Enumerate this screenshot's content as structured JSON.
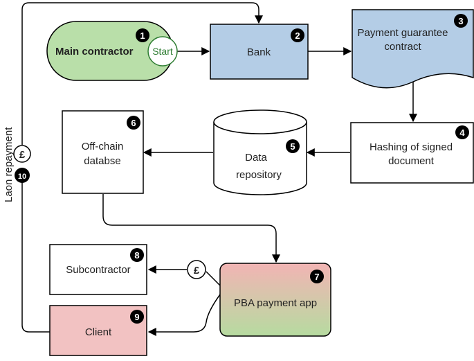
{
  "nodes": {
    "main_contractor": {
      "label": "Main contractor",
      "badge": "1",
      "fill": "#b9dfa9"
    },
    "start": {
      "label": "Start",
      "color": "#2e7d32"
    },
    "bank": {
      "label": "Bank",
      "badge": "2",
      "fill": "#b4cde6"
    },
    "payment_guarantee": {
      "label_line1": "Payment guarantee",
      "label_line2": "contract",
      "badge": "3",
      "fill": "#b4cde6"
    },
    "hashing": {
      "label_line1": "Hashing of signed",
      "label_line2": "document",
      "badge": "4"
    },
    "data_repository": {
      "label_line1": "Data",
      "label_line2": "repository",
      "badge": "5"
    },
    "offchain_db": {
      "label_line1": "Off-chain",
      "label_line2": "databse",
      "badge": "6"
    },
    "pba_app": {
      "label": "PBA payment app",
      "badge": "7",
      "gradient_top": "#f2b4b4",
      "gradient_bottom": "#b6dba0"
    },
    "subcontractor": {
      "label": "Subcontractor",
      "badge": "8"
    },
    "client": {
      "label": "Client",
      "badge": "9",
      "fill": "#f2c2c2"
    }
  },
  "edges": {
    "loan_repayment": {
      "label": "Laon repayment",
      "badge": "10",
      "currency_symbol": "£"
    },
    "pba_to_subcontractor": {
      "currency_symbol": "£"
    }
  }
}
